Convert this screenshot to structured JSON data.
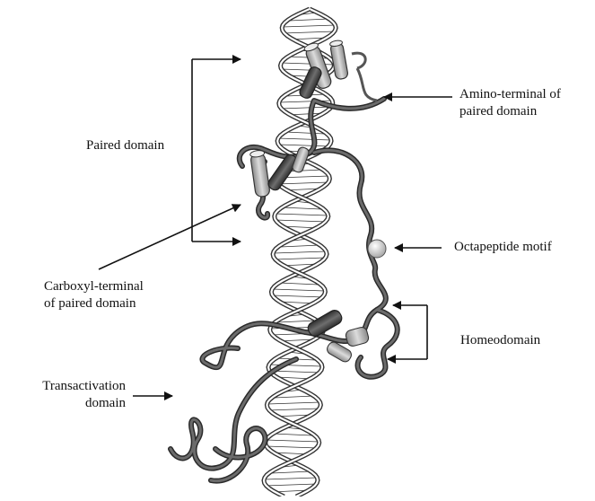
{
  "labels": {
    "amino_terminal": [
      "Amino-terminal of",
      "paired domain"
    ],
    "paired_domain": "Paired domain",
    "octapeptide": "Octapeptide motif",
    "carboxyl_terminal": [
      "Carboxyl-terminal",
      "of paired domain"
    ],
    "homeodomain": "Homeodomain",
    "transactivation": [
      "Transactivation",
      "domain"
    ]
  },
  "colors": {
    "ink": "#111111",
    "dna": "#333333",
    "ribbon": "#6b6b6b",
    "helix_dark": "#4a4a4a",
    "helix_light": "#b5b5b5",
    "octapeptide_sphere": "#dedede"
  }
}
